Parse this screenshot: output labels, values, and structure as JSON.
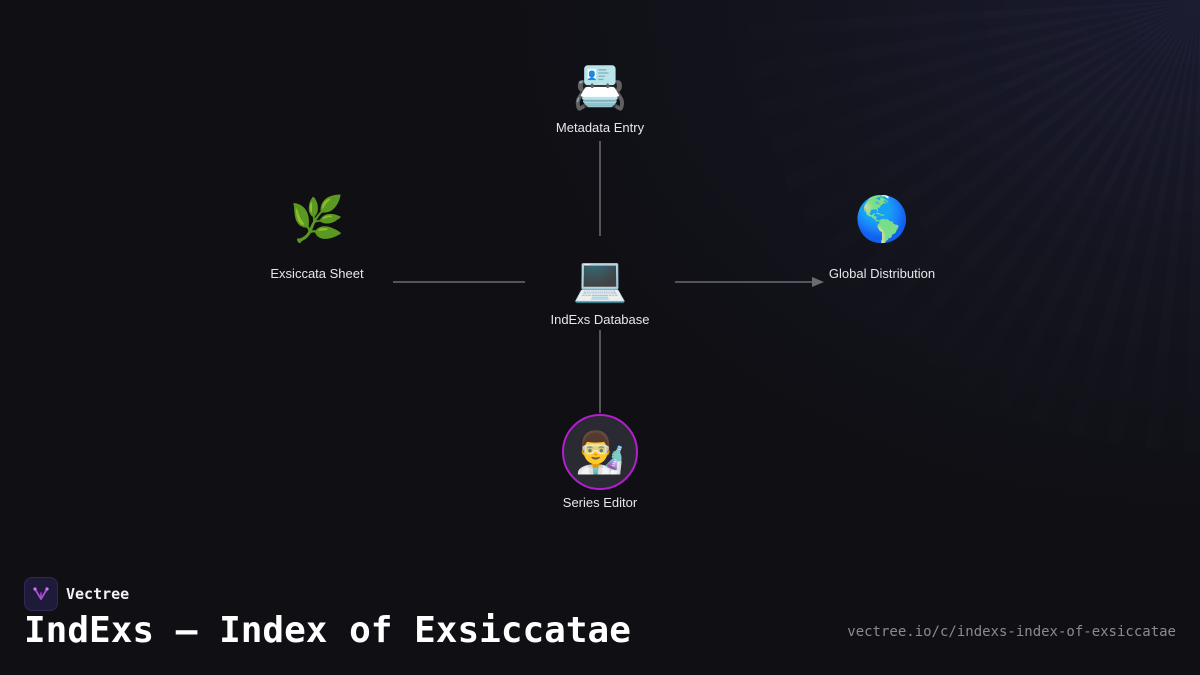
{
  "diagram": {
    "nodes": [
      {
        "id": "metadata",
        "label": "Metadata Entry",
        "icon": "card-index-icon",
        "glyph": "📇"
      },
      {
        "id": "sheet",
        "label": "Exsiccata Sheet",
        "icon": "herb-icon",
        "glyph": "🌿"
      },
      {
        "id": "database",
        "label": "IndExs Database",
        "icon": "laptop-icon",
        "glyph": "💻"
      },
      {
        "id": "global",
        "label": "Global Distribution",
        "icon": "globe-icon",
        "glyph": "🌎"
      },
      {
        "id": "editor",
        "label": "Series Editor",
        "icon": "scientist-icon",
        "glyph": "👨‍🔬"
      }
    ],
    "edges": [
      {
        "from": "metadata",
        "to": "database",
        "arrow": false
      },
      {
        "from": "sheet",
        "to": "database",
        "arrow": false
      },
      {
        "from": "database",
        "to": "global",
        "arrow": true
      },
      {
        "from": "database",
        "to": "editor",
        "arrow": false
      }
    ],
    "colors": {
      "edge": "#6b6b72",
      "accent": "#b31ed0"
    }
  },
  "brand": {
    "name": "Vectree",
    "icon": "vectree-logo-icon"
  },
  "title": "IndExs – Index of Exsiccatae",
  "url": "vectree.io/c/indexs-index-of-exsiccatae"
}
